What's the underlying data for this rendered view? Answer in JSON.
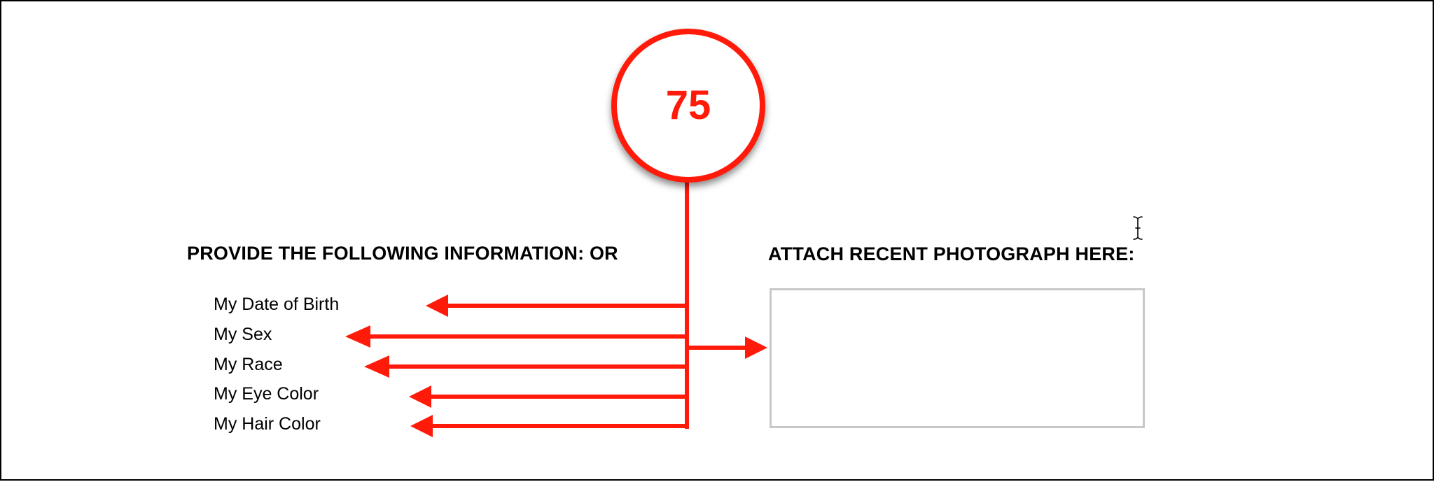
{
  "badge": {
    "number": "75",
    "color": "#ff1a0a"
  },
  "left_section": {
    "heading_main": "PROVIDE THE FOLLOWING INFORMATION",
    "heading_suffix": ": OR",
    "items": [
      {
        "label": "My Date of Birth"
      },
      {
        "label": "My Sex"
      },
      {
        "label": "My Race"
      },
      {
        "label": "My Eye Color"
      },
      {
        "label": "My Hair Color"
      }
    ]
  },
  "right_section": {
    "heading": "ATTACH RECENT PHOTOGRAPH HERE:"
  },
  "icons": {
    "cursor": "text-cursor-icon"
  }
}
